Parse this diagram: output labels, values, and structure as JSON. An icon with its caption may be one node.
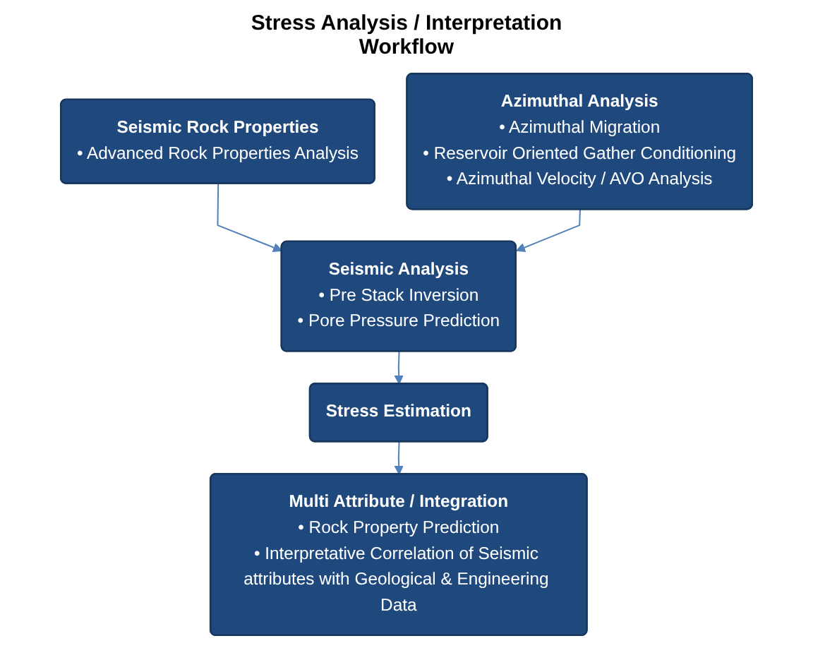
{
  "diagram": {
    "title": "Stress Analysis / Interpretation Workflow",
    "nodes": [
      {
        "text": [
          "Seismic Rock Properties",
          "• Advanced Rock Properties Analysis"
        ]
      },
      {
        "text": [
          "Azimuthal Analysis",
          "• Azimuthal Migration",
          "• Reservoir Oriented Gather Conditioning",
          "• Azimuthal Velocity / AVO Analysis"
        ]
      },
      {
        "text": [
          "Seismic Analysis",
          "• Pre Stack Inversion",
          "• Pore Pressure Prediction"
        ]
      },
      {
        "text": [
          "Stress Estimation"
        ]
      },
      {
        "text": [
          "Multi Attribute / Integration",
          "• Rock Property Prediction",
          "• Interpretative Correlation of Seismic attributes with Geological & Engineering Data"
        ]
      }
    ],
    "edges": [
      {
        "from": 0,
        "to": 2,
        "arrow": "to"
      },
      {
        "from": 1,
        "to": 2,
        "arrow": "to"
      },
      {
        "from": 2,
        "to": 3,
        "arrow": "to"
      },
      {
        "from": 3,
        "to": 4,
        "arrow": "to"
      }
    ]
  }
}
